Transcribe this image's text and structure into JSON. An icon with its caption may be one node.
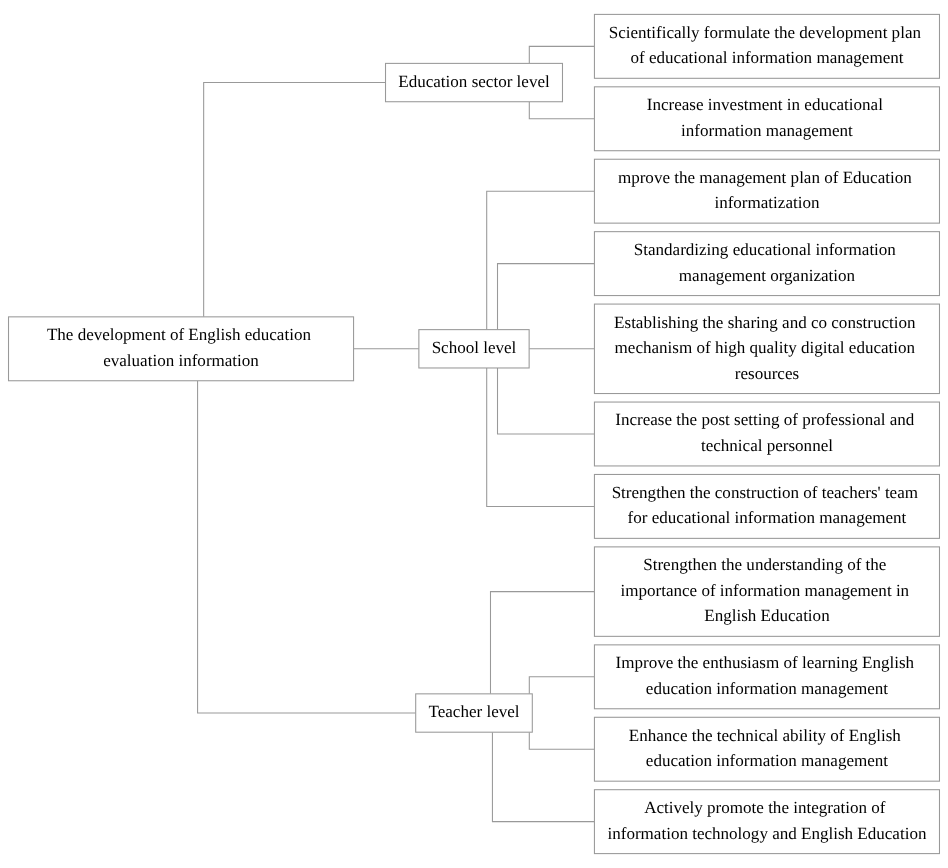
{
  "diagram": {
    "nodes": [
      {
        "text": [
          "The development of English education evaluation information"
        ]
      },
      {
        "text": [
          "Education sector level"
        ]
      },
      {
        "text": [
          "Scientifically formulate the development plan of educational information management"
        ]
      },
      {
        "text": [
          "Increase investment in educational information management"
        ]
      },
      {
        "text": [
          "School level"
        ]
      },
      {
        "text": [
          "mprove the management plan of Education informatization"
        ]
      },
      {
        "text": [
          "Standardizing educational information management organization"
        ]
      },
      {
        "text": [
          "Establishing the sharing and co construction mechanism of high quality digital education resources"
        ]
      },
      {
        "text": [
          "Increase the post setting of professional and technical personnel"
        ]
      },
      {
        "text": [
          "Strengthen the construction of teachers' team for educational information management"
        ]
      },
      {
        "text": [
          "Teacher level"
        ]
      },
      {
        "text": [
          "Strengthen the understanding of the importance of information management in English Education"
        ]
      },
      {
        "text": [
          "Improve the enthusiasm of learning English education information management"
        ]
      },
      {
        "text": [
          "Enhance the technical ability of English education information management"
        ]
      },
      {
        "text": [
          "Actively promote the integration of information technology and English Education"
        ]
      }
    ],
    "edges": [
      {
        "from": 0,
        "to": 1,
        "arrow": "none"
      },
      {
        "from": 0,
        "to": 4,
        "arrow": "none"
      },
      {
        "from": 0,
        "to": 10,
        "arrow": "none"
      },
      {
        "from": 1,
        "to": 2,
        "arrow": "none"
      },
      {
        "from": 1,
        "to": 3,
        "arrow": "none"
      },
      {
        "from": 4,
        "to": 5,
        "arrow": "none"
      },
      {
        "from": 4,
        "to": 6,
        "arrow": "none"
      },
      {
        "from": 4,
        "to": 7,
        "arrow": "none"
      },
      {
        "from": 4,
        "to": 8,
        "arrow": "none"
      },
      {
        "from": 4,
        "to": 9,
        "arrow": "none"
      },
      {
        "from": 10,
        "to": 11,
        "arrow": "none"
      },
      {
        "from": 10,
        "to": 12,
        "arrow": "none"
      },
      {
        "from": 10,
        "to": 13,
        "arrow": "none"
      },
      {
        "from": 10,
        "to": 14,
        "arrow": "none"
      }
    ]
  }
}
